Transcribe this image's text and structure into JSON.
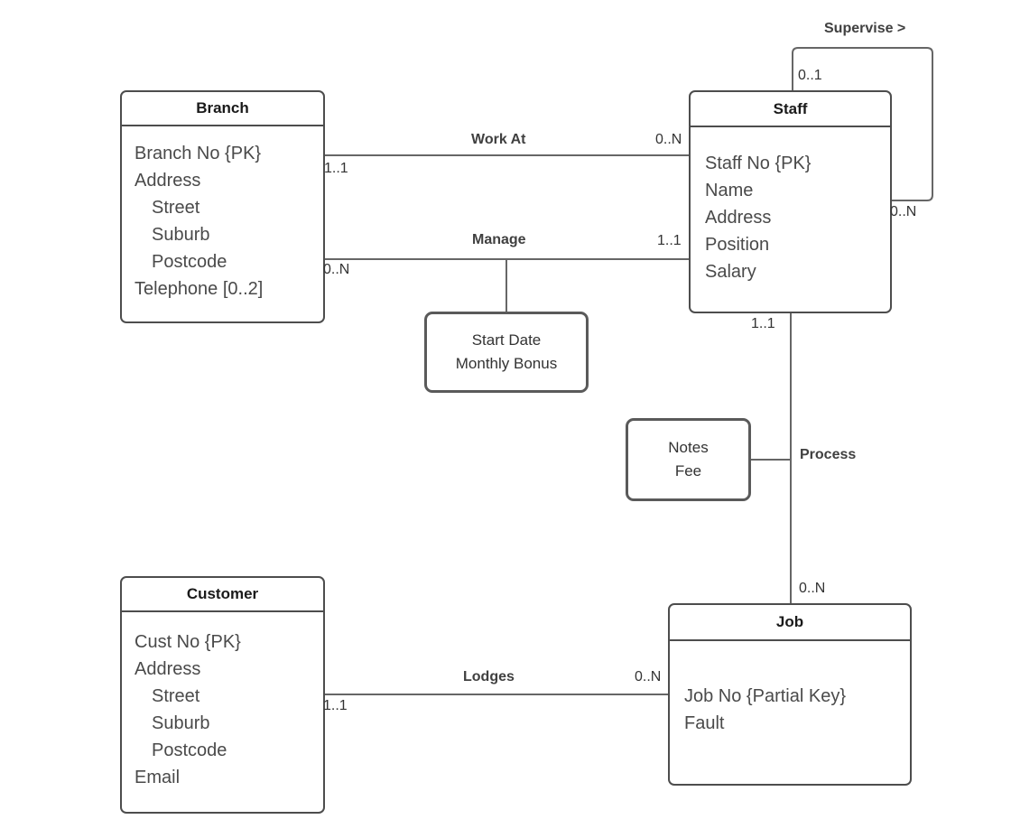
{
  "entities": {
    "branch": {
      "title": "Branch",
      "attributes": [
        "Branch No {PK}",
        "Address",
        "Street",
        "Suburb",
        "Postcode",
        "Telephone [0..2]"
      ]
    },
    "staff": {
      "title": "Staff",
      "attributes": [
        "Staff No {PK}",
        "Name",
        "Address",
        "Position",
        "Salary"
      ]
    },
    "customer": {
      "title": "Customer",
      "attributes": [
        "Cust No {PK}",
        "Address",
        "Street",
        "Suburb",
        "Postcode",
        "Email"
      ]
    },
    "job": {
      "title": "Job",
      "attributes": [
        "Job No {Partial Key}",
        "Fault"
      ]
    }
  },
  "attribute_boxes": {
    "manage": {
      "line1": "Start Date",
      "line2": "Monthly Bonus"
    },
    "process": {
      "line1": "Notes",
      "line2": "Fee"
    }
  },
  "relationships": {
    "work_at": {
      "label": "Work At",
      "branch_cardinality": "1..1",
      "staff_cardinality": "0..N"
    },
    "manage": {
      "label": "Manage",
      "branch_cardinality": "0..N",
      "staff_cardinality": "1..1"
    },
    "supervise": {
      "label": "Supervise >",
      "supervisor_cardinality": "0..1",
      "supervisee_cardinality": "0..N"
    },
    "process": {
      "label": "Process",
      "staff_cardinality": "1..1",
      "job_cardinality": "0..N"
    },
    "lodges": {
      "label": "Lodges",
      "customer_cardinality": "1..1",
      "job_cardinality": "0..N"
    }
  },
  "colors": {
    "entity_border": "#4d4d4d",
    "connector_line": "#666666",
    "attribute_text": "#4a4a4a",
    "header_text": "#1a1a1a",
    "background": "#ffffff"
  }
}
